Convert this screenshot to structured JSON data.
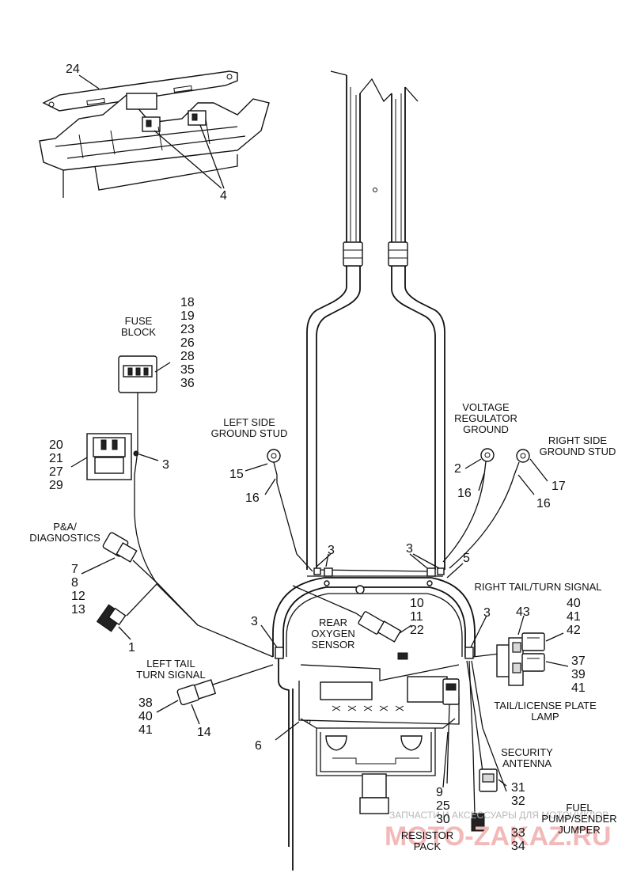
{
  "labels": {
    "fuse_block": "FUSE\nBLOCK",
    "left_side_ground_stud": "LEFT SIDE\nGROUND STUD",
    "voltage_regulator_ground": "VOLTAGE\nREGULATOR\nGROUND",
    "right_side_ground_stud": "RIGHT SIDE\nGROUND STUD",
    "pa_diagnostics": "P&A/\nDIAGNOSTICS",
    "right_tail_turn_signal": "RIGHT  TAIL/TURN SIGNAL",
    "rear_oxygen_sensor": "REAR\nOXYGEN\nSENSOR",
    "left_tail_turn_signal": "LEFT  TAIL\nTURN SIGNAL",
    "tail_license_plate_lamp": "TAIL/LICENSE PLATE\nLAMP",
    "security_antenna": "SECURITY\nANTENNA",
    "resistor_pack": "RESISTOR\nPACK",
    "fuel_pump_sender_jumper": "FUEL\nPUMP/SENDER\nJUMPER"
  },
  "callouts": {
    "c24": "24",
    "c4": "4",
    "fuse_numbers": "18\n19\n23\n26\n28\n35\n36",
    "relay_numbers": "20\n21\n27\n29",
    "c3_relay": "3",
    "c15": "15",
    "c16_left": "16",
    "c2": "2",
    "c16_vr": "16",
    "c17": "17",
    "c16_right": "16",
    "diag_numbers": "7\n8\n12\n13",
    "c1": "1",
    "c3_tl": "3",
    "c3_tr": "3",
    "c5": "5",
    "o2_numbers": "10\n11\n22",
    "c3_left": "3",
    "c3_right": "3",
    "c43": "43",
    "tail_numbers_top": "40\n41\n42",
    "tail_numbers_bottom": "37\n39\n41",
    "left_tail_numbers": "38\n40\n41",
    "c14": "14",
    "c6": "6",
    "resistor_numbers": "9\n25\n30",
    "antenna_numbers": "31\n32",
    "jumper_numbers": "33\n34"
  },
  "watermark": {
    "line1": "ЗАПЧАСТИ И АКСЕССУАРЫ ДЛЯ МОТОЦИКЛОВ",
    "line2": "MOTO-ZAKAZ.RU"
  }
}
